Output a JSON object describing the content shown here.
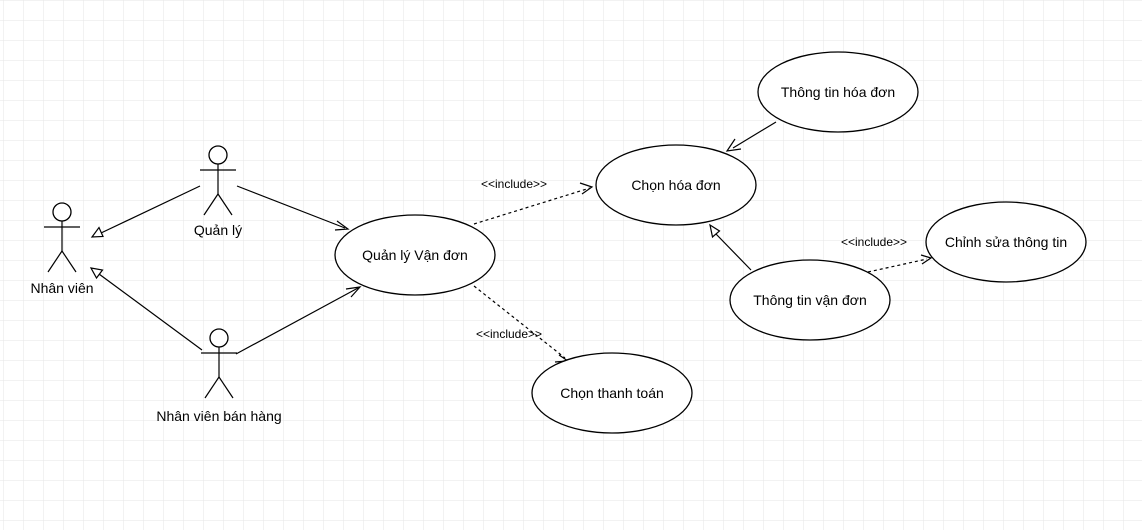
{
  "actors": {
    "employee": "Nhân viên",
    "manager": "Quản lý",
    "sales": "Nhân viên bán hàng"
  },
  "usecases": {
    "manage_waybill": "Quản lý Vận đơn",
    "choose_invoice": "Chọn hóa đơn",
    "invoice_info": "Thông tin hóa đơn",
    "waybill_info": "Thông tin vận đơn",
    "edit_info": "Chỉnh sửa thông tin",
    "choose_payment": "Chọn thanh toán"
  },
  "relations": {
    "include_invoice": "<<include>>",
    "include_payment": "<<include>>",
    "include_edit": "<<include>>"
  },
  "colors": {
    "grid": "#e6e6e6",
    "stroke": "#000000",
    "background": "#ffffff"
  }
}
